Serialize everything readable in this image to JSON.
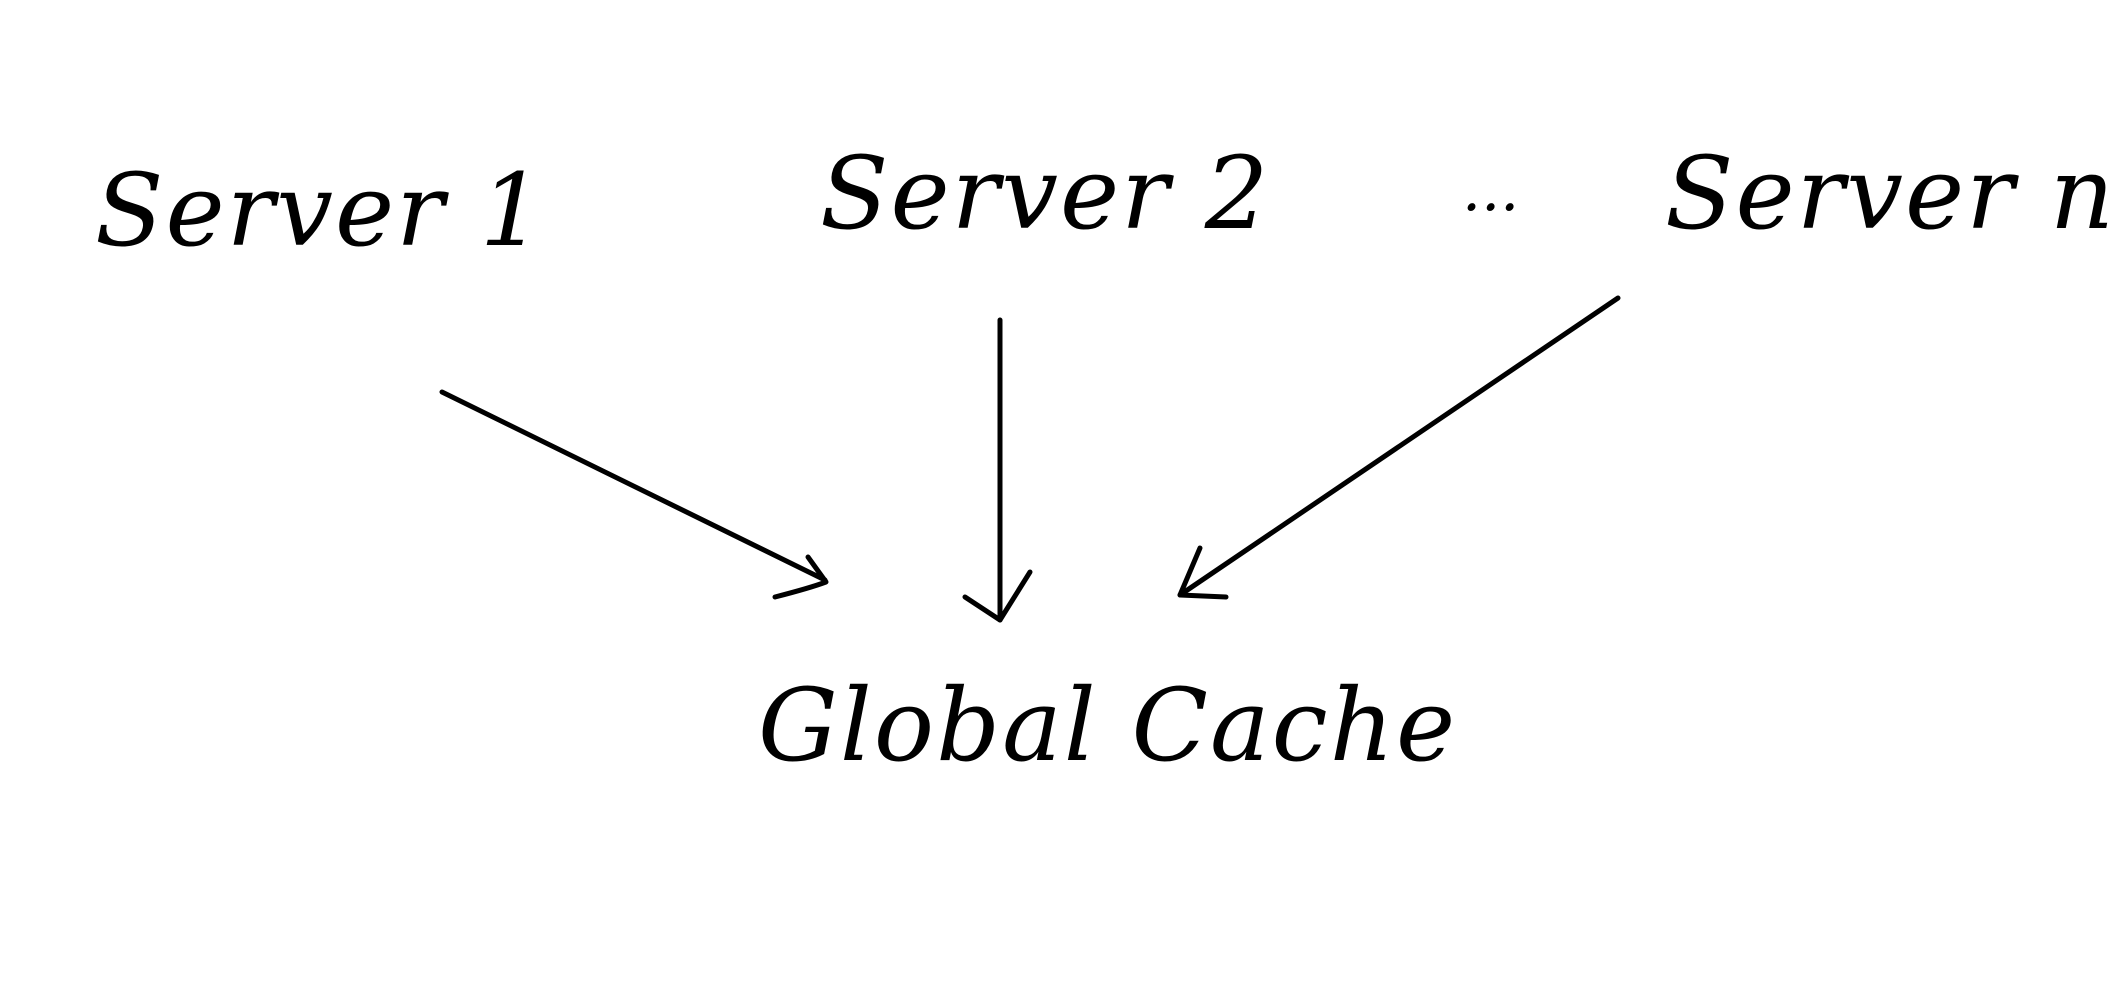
{
  "diagram": {
    "servers": [
      {
        "label": "Server 1"
      },
      {
        "label": "Server 2"
      },
      {
        "label": "Server n"
      }
    ],
    "ellipsis": "...",
    "target": {
      "label": "Global Cache"
    },
    "edges": [
      {
        "from": "Server 1",
        "to": "Global Cache"
      },
      {
        "from": "Server 2",
        "to": "Global Cache"
      },
      {
        "from": "Server n",
        "to": "Global Cache"
      }
    ],
    "colors": {
      "ink": "#000000",
      "background": "#ffffff"
    }
  }
}
